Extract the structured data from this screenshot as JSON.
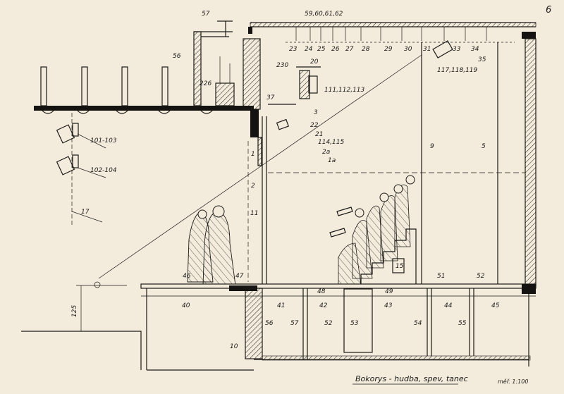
{
  "sheet": {
    "page_number": "6",
    "caption": "Bokorys - hudba, spev, tanec",
    "scale": "měř. 1:100"
  },
  "labels": {
    "l57_top": "57",
    "l59": "59,60,61,62",
    "l56_left": "56",
    "l226": "226",
    "l230": "230",
    "l20": "20",
    "l111": "111,112,113",
    "l37": "37",
    "l3": "3",
    "l22": "22",
    "l21": "21",
    "l114": "114,115",
    "l2a": "2a",
    "l1a": "1a",
    "l1": "1",
    "l2": "2",
    "l11": "11",
    "l101": "101-103",
    "l102": "102-104",
    "l17": "17",
    "l125": "125",
    "l46": "46",
    "l47": "47",
    "l48": "48",
    "l49": "49",
    "l51": "51",
    "l52_top": "52",
    "l9": "9",
    "l5": "5",
    "l15": "15",
    "l33": "33",
    "l34": "34",
    "l35": "35",
    "l117": "117,118,119",
    "l40": "40",
    "l41": "41",
    "l42": "42",
    "l43": "43",
    "l44": "44",
    "l45": "45",
    "l56_b": "56",
    "l57_b": "57",
    "l52_b": "52",
    "l53": "53",
    "l54": "54",
    "l55": "55",
    "l10": "10",
    "rig": [
      "23",
      "24",
      "25",
      "26",
      "27",
      "28",
      "29",
      "30",
      "31"
    ]
  }
}
